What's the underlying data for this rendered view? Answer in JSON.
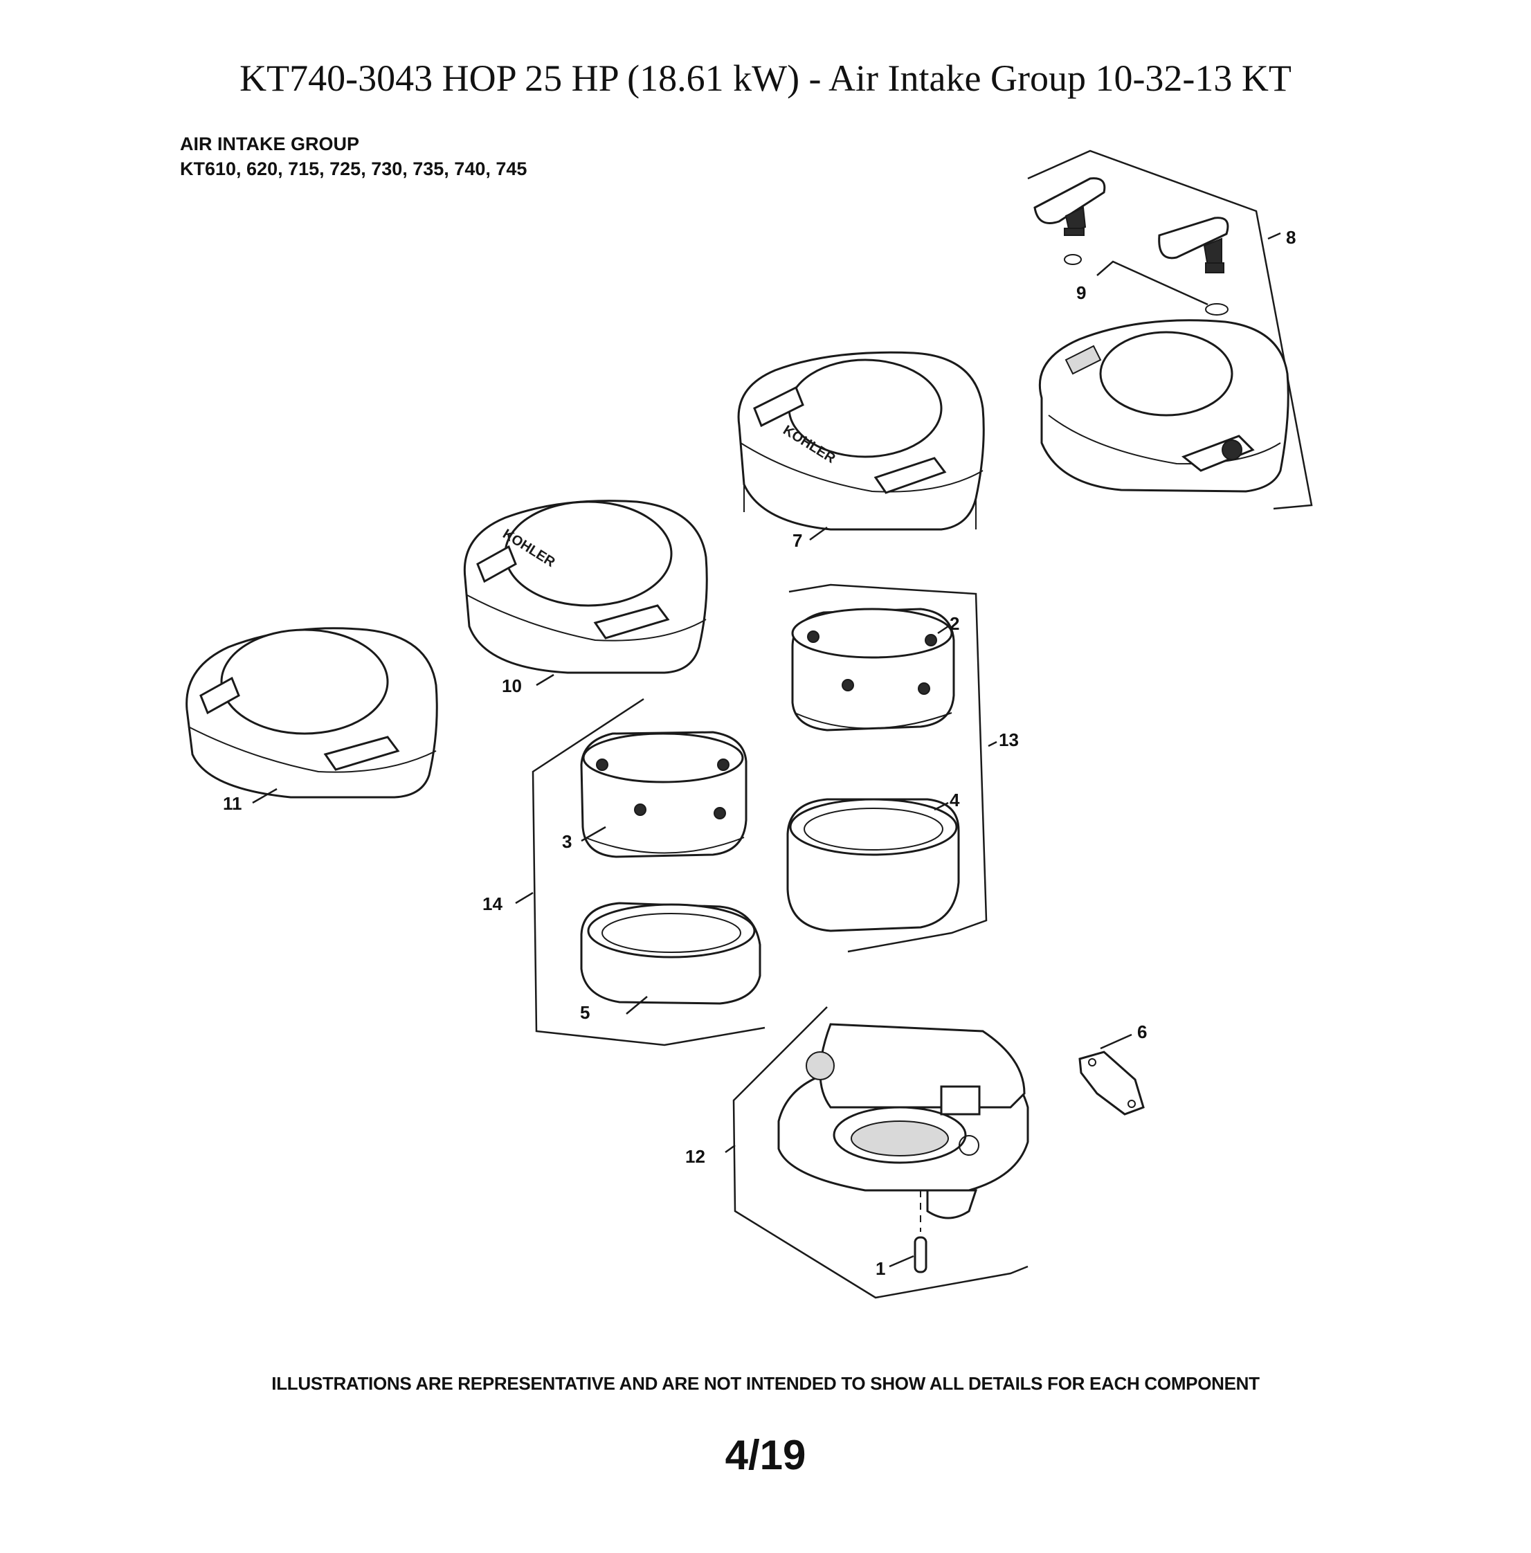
{
  "document": {
    "title": "KT740-3043 HOP 25 HP (18.61 kW) - Air Intake Group 10-32-13 KT",
    "group_name": "AIR INTAKE GROUP",
    "models": "KT610, 620, 715, 725, 730, 735, 740, 745",
    "disclaimer": "ILLUSTRATIONS ARE REPRESENTATIVE AND ARE NOT INTENDED TO SHOW ALL DETAILS FOR EACH COMPONENT",
    "page_number": "4/19"
  },
  "callouts": {
    "c1": "1",
    "c2": "2",
    "c3": "3",
    "c4": "4",
    "c5": "5",
    "c6": "6",
    "c7": "7",
    "c8": "8",
    "c9": "9",
    "c10": "10",
    "c11": "11",
    "c12": "12",
    "c13": "13",
    "c14": "14"
  },
  "logo_text": "KOHLER"
}
